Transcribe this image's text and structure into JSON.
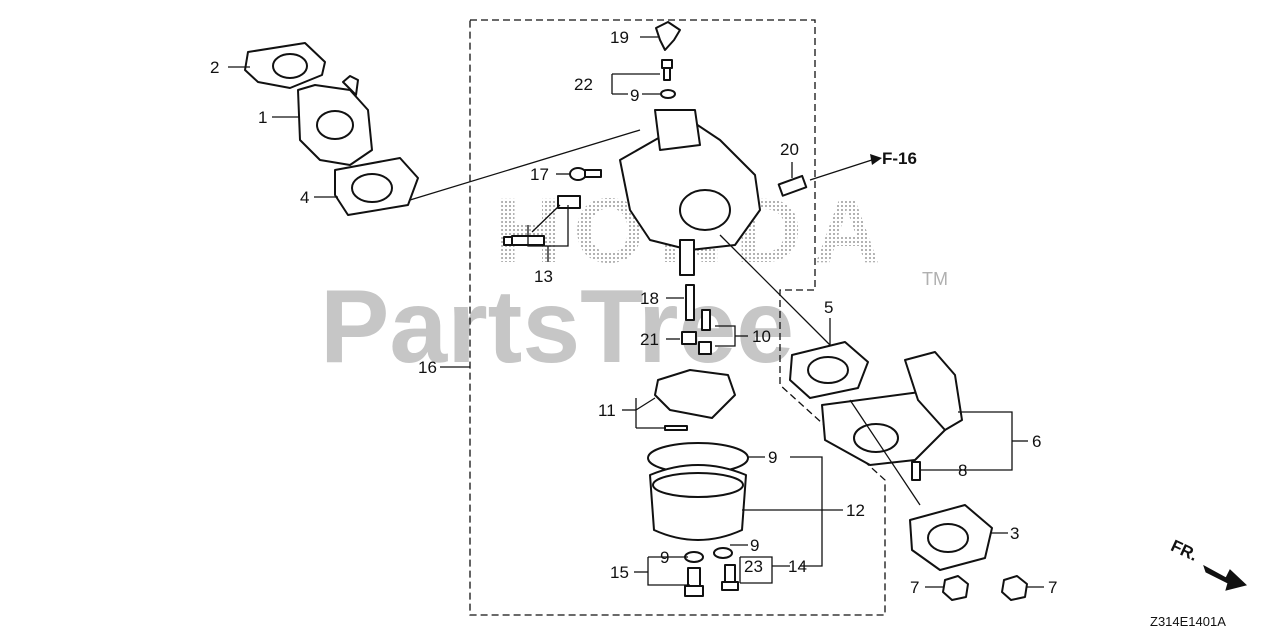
{
  "watermark": {
    "brand": "HONDA",
    "site": "PartsTree",
    "trademark": "TM"
  },
  "reference": {
    "label": "F-16"
  },
  "direction": {
    "label": "FR."
  },
  "diagram_code": "Z314E1401A",
  "callouts": {
    "c1": "1",
    "c2": "2",
    "c3": "3",
    "c4": "4",
    "c5": "5",
    "c6": "6",
    "c7a": "7",
    "c7b": "7",
    "c8": "8",
    "c9a": "9",
    "c9b": "9",
    "c9c": "9",
    "c9d": "9",
    "c10": "10",
    "c11": "11",
    "c12": "12",
    "c13": "13",
    "c14": "14",
    "c15": "15",
    "c16": "16",
    "c17": "17",
    "c18": "18",
    "c19": "19",
    "c20": "20",
    "c21": "21",
    "c22": "22",
    "c23": "23"
  }
}
